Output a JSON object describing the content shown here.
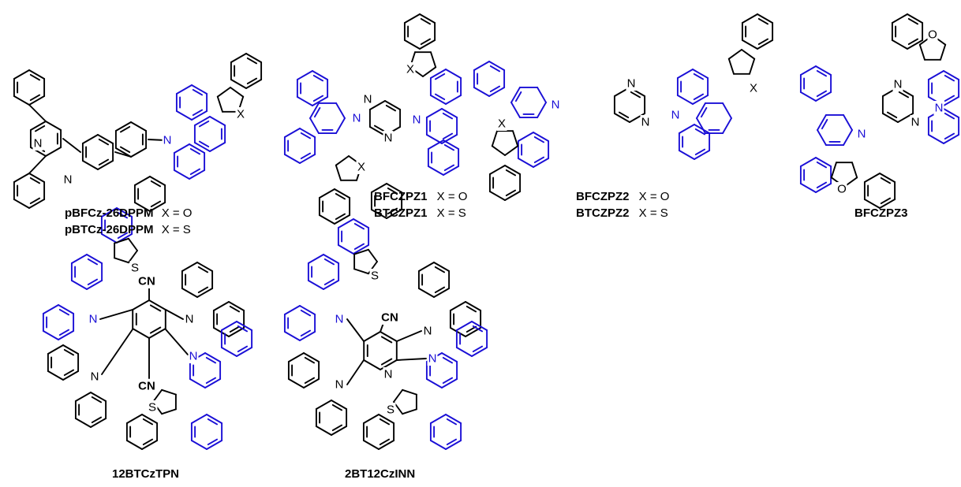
{
  "colors": {
    "black": "#000000",
    "blue": "#1a0fd6",
    "background": "#ffffff"
  },
  "atoms": {
    "N": "N",
    "O": "O",
    "S": "S",
    "X": "X",
    "CN": "CN"
  },
  "captions": {
    "pbfcz": {
      "name": "pBFCz-26DPPM",
      "rule": "X = O"
    },
    "pbtcz": {
      "name": "pBTCz-26DPPM",
      "rule": "X = S"
    },
    "bfczpz1": {
      "name": "BFCZPZ1",
      "rule": "X = O"
    },
    "btczpz1": {
      "name": "BTCZPZ1",
      "rule": "X = S"
    },
    "bfczpz2": {
      "name": "BFCZPZ2",
      "rule": "X = O"
    },
    "btczpz2": {
      "name": "BTCZPZ2",
      "rule": "X = S"
    },
    "bfczpz3": {
      "name": "BFCZPZ3"
    },
    "tpn": {
      "name": "12BTCzTPN"
    },
    "inn": {
      "name": "2BT12CzINN"
    }
  }
}
